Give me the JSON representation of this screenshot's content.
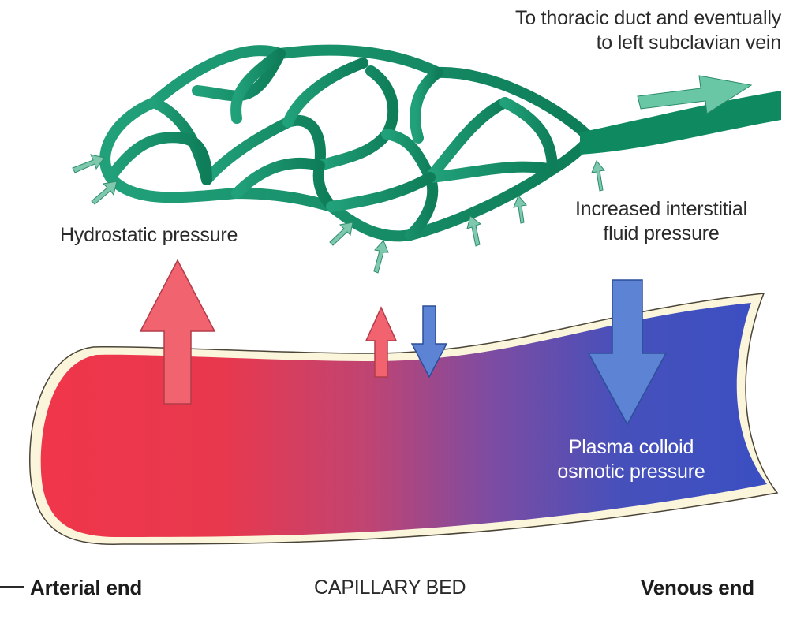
{
  "labels": {
    "thoracic_line1": "To thoracic duct and eventually",
    "thoracic_line2": "to left subclavian vein",
    "hydrostatic": "Hydrostatic pressure",
    "interstitial_line1": "Increased interstitial",
    "interstitial_line2": "fluid pressure",
    "plasma_line1": "Plasma colloid",
    "plasma_line2": "osmotic pressure",
    "arterial_end": "Arterial end",
    "capillary_bed": "CAPILLARY BED",
    "venous_end": "Venous end"
  },
  "colors": {
    "lymphatic": "#1f9e74",
    "lymphatic_dark": "#0f7a57",
    "flow_arrow": "#6ac7a6",
    "arterial_red": "#f0364a",
    "venous_blue": "#3b4fc2",
    "outward_arrow": "#f0636f",
    "inward_arrow": "#5d83d4",
    "vessel_wall": "#fbf5dc"
  }
}
